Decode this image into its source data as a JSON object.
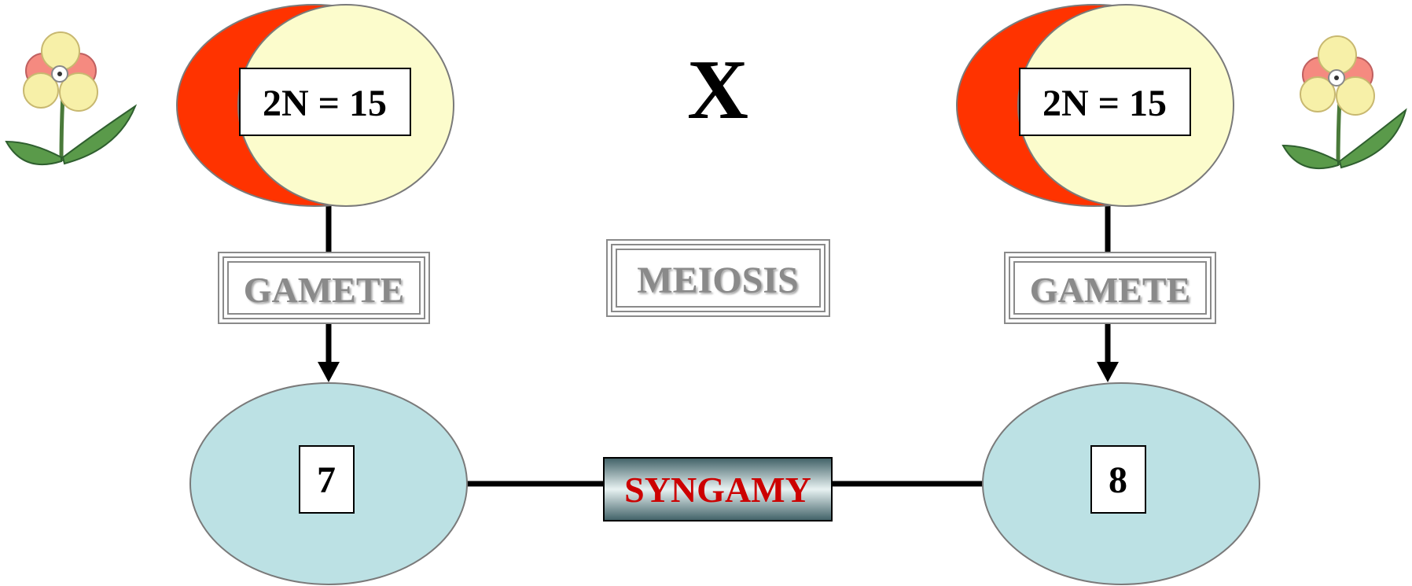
{
  "title_symbol": "X",
  "left_parent": {
    "chromosome_label": "2N = 15",
    "gamete_label": "GAMETE",
    "gamete_number": "7"
  },
  "right_parent": {
    "chromosome_label": "2N = 15",
    "gamete_label": "GAMETE",
    "gamete_number": "8"
  },
  "process_label": "MEIOSIS",
  "fusion_label": "SYNGAMY",
  "colors": {
    "parent_cell_fill": "#fcfccc",
    "parent_cell_crescent": "#ff3300",
    "gamete_cell_fill": "#bce1e4",
    "label_gray": "#8a8a8a",
    "syngamy_text": "#cc0000",
    "syngamy_box_dark": "#3f6066",
    "syngamy_box_light": "#e8f2f2",
    "line_black": "#000000"
  },
  "icons": [
    "flower-icon-left",
    "flower-icon-right"
  ]
}
